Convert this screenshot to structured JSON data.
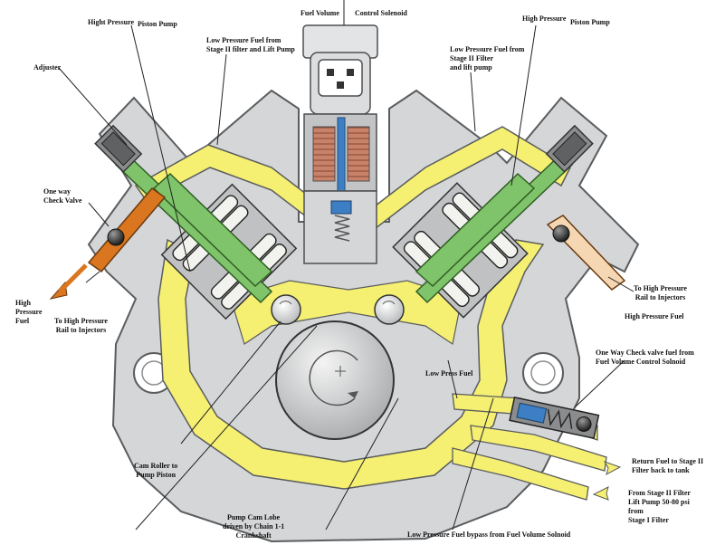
{
  "labels": {
    "fuel_volume": "Fuel Volume",
    "control_solenoid": "Control Solenoid",
    "hp_pump_left_a": "Hight Pressure",
    "hp_pump_left_b": "Piston Pump",
    "hp_pump_right_a": "High Pressure",
    "hp_pump_right_b": "Piston Pump",
    "lp_fuel_left": "Low Pressure Fuel from\nStage II filter and Lift Pump",
    "lp_fuel_right": "Low Pressure Fuel from\nStage II Filter\nand lift pump",
    "adjuster": "Adjuster",
    "one_way_check_valve": "One way\nCheck Valve",
    "high_pressure_fuel_left": "High\nPressure\nFuel",
    "to_hp_rail_left": "To High Pressure\nRail to Injectors",
    "to_hp_rail_right": "To High Pressure\nRail to Injectors",
    "high_pressure_fuel_right": "High Pressure Fuel",
    "one_way_check_solenoid": "One Way Check valve fuel from\nFuel Volume Control Solnoid",
    "low_press_fuel": "Low Press Fuel",
    "return_fuel": "Return Fuel to Stage II\nFilter back to tank",
    "from_stage_ii": "From Stage II Filter\nLift Pump 50-80 psi from\nStage I Filter",
    "cam_roller": "Cam Roller to\nPump Piston",
    "pump_cam_lobe": "Pump Cam Lobe\ndriven by Chain 1-1\nCrankshaft",
    "lp_bypass": "Low Pressure Fuel bypass from Fuel Volume Solnoid"
  },
  "colors": {
    "body_gray": "#d4d6d8",
    "body_edge": "#5a5c5e",
    "fuel_yellow": "#f5ef72",
    "piston_green": "#7fc36a",
    "outlet_orange": "#d9761f",
    "coil_copper": "#c9826a",
    "check_blue": "#3d7fc4",
    "spring_white": "#f2f2ee"
  }
}
